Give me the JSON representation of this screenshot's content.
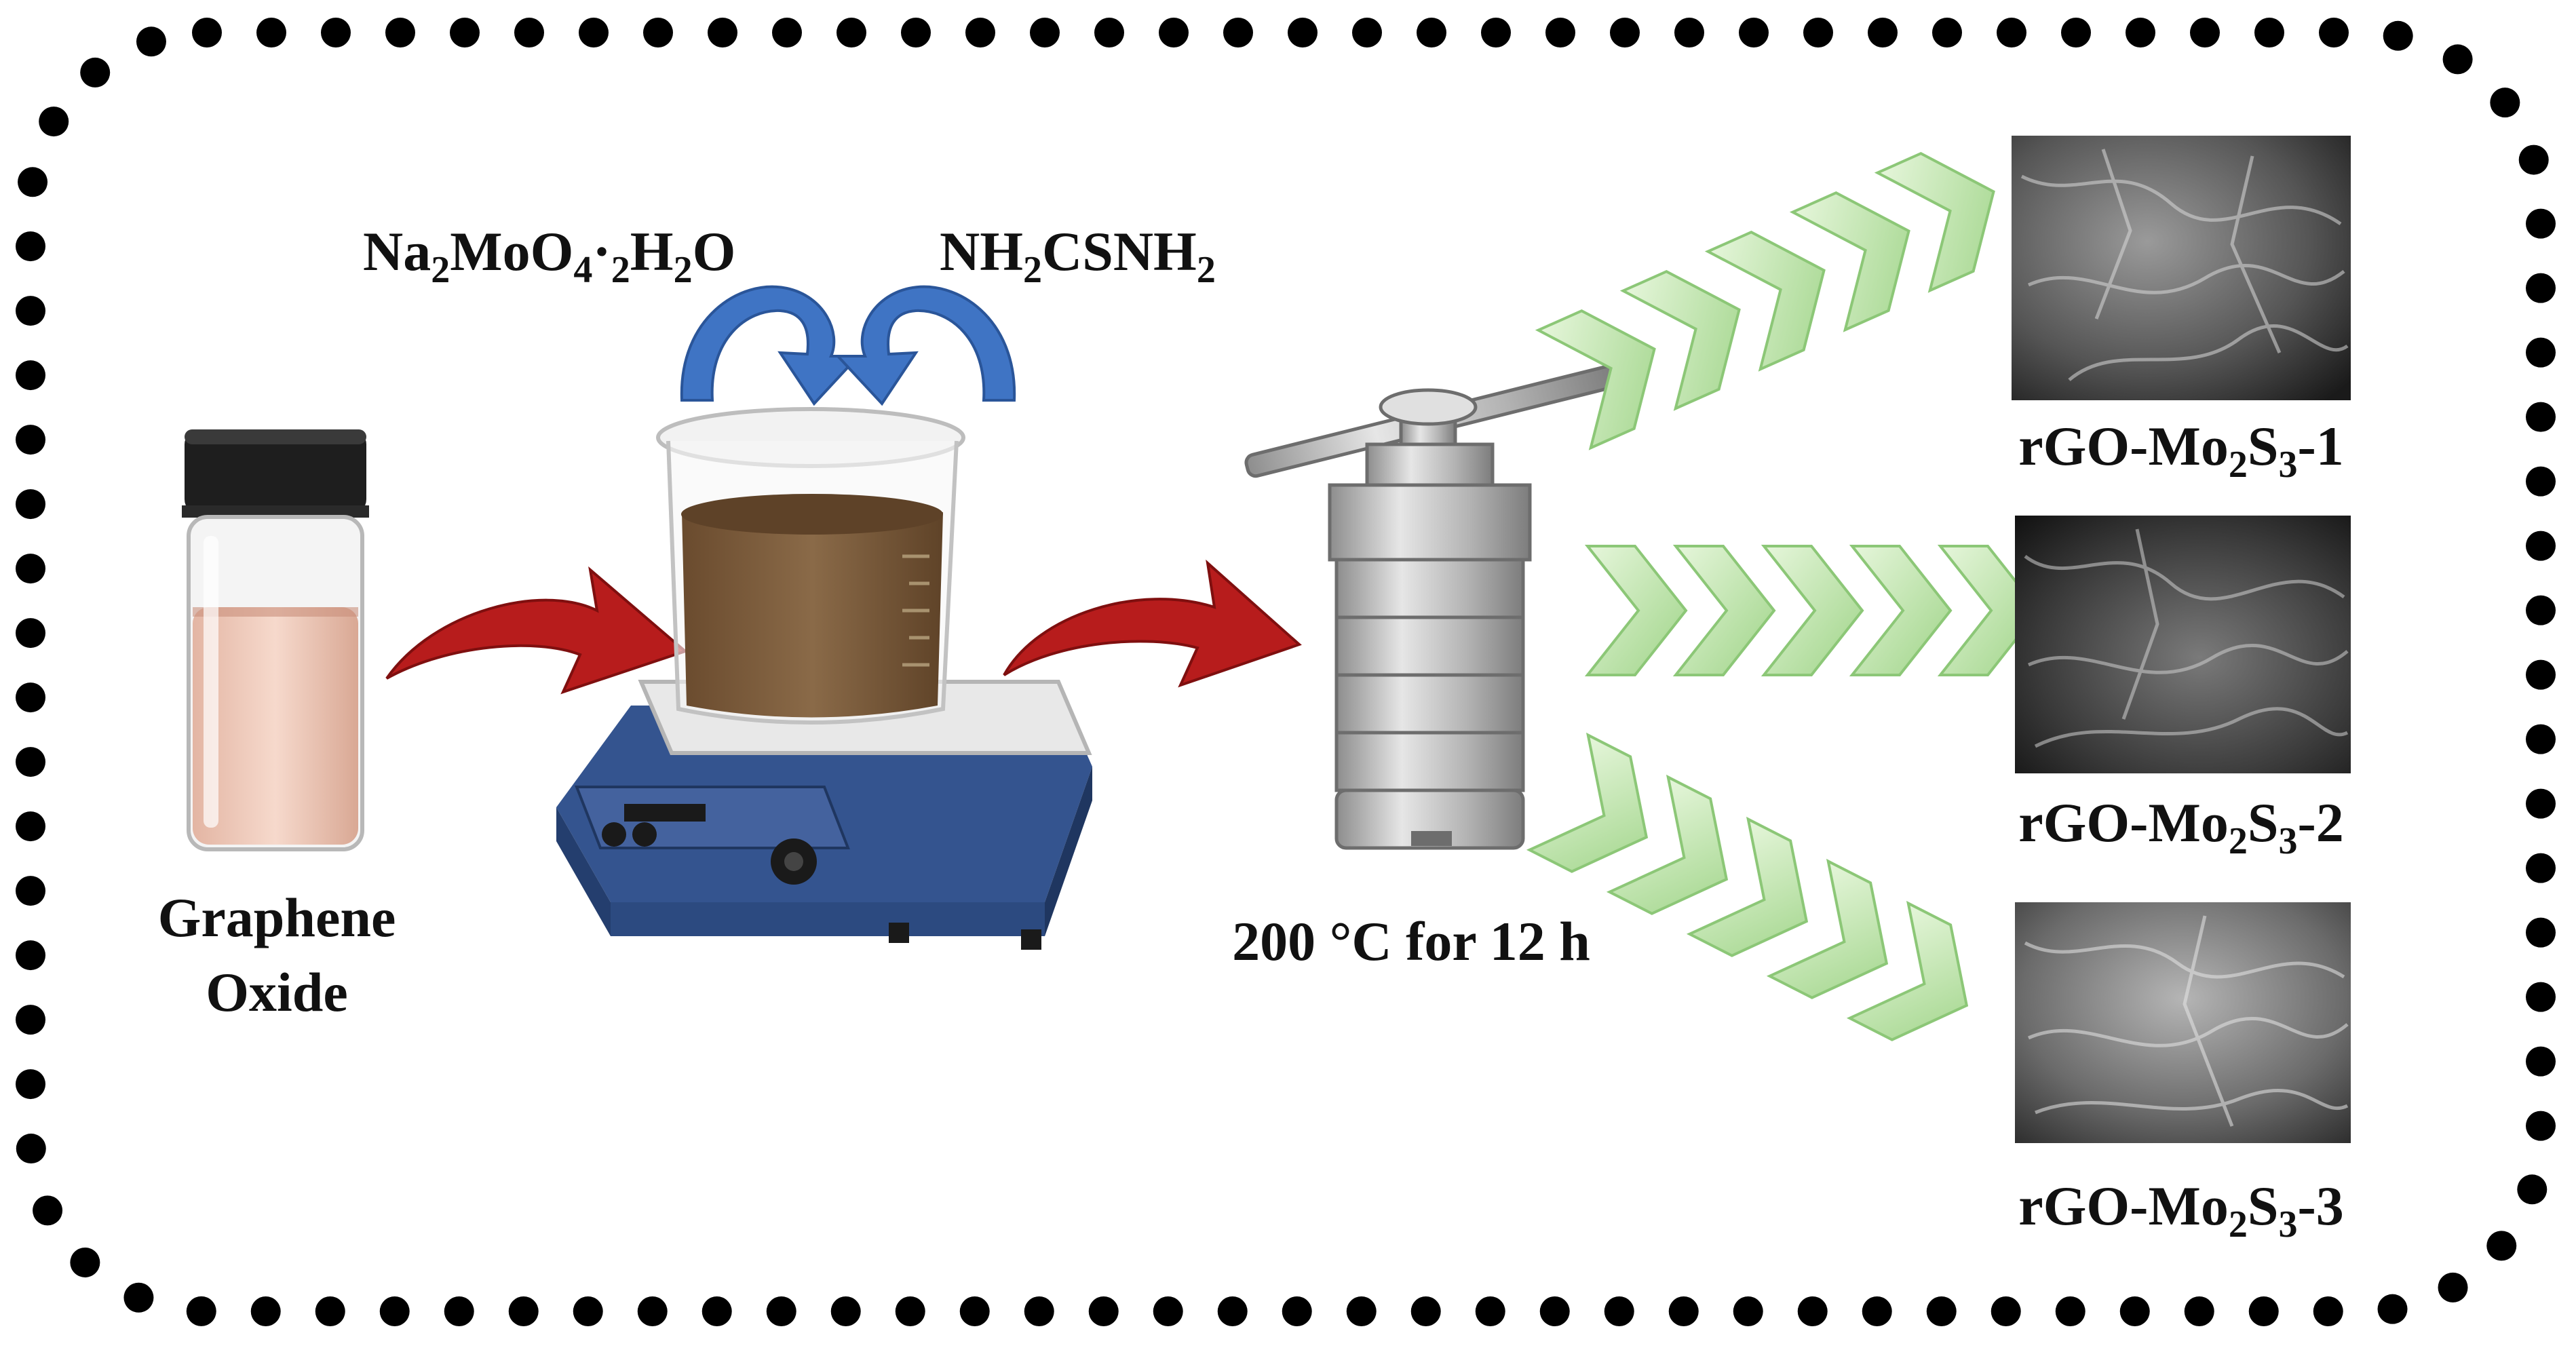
{
  "reagents": {
    "left": {
      "base": [
        "Na",
        "2",
        "MoO",
        "4",
        "·",
        "2",
        "H",
        "2",
        "O"
      ]
    },
    "right": {
      "base": [
        "NH",
        "2",
        "CSNH",
        "2"
      ]
    }
  },
  "start_material": {
    "line1": "Graphene",
    "line2": "Oxide"
  },
  "condition": "200 °C for 12 h",
  "products": [
    {
      "pre": "rGO-Mo",
      "s1": "2",
      "mid": "S",
      "s2": "3",
      "post": "-1"
    },
    {
      "pre": "rGO-Mo",
      "s1": "2",
      "mid": "S",
      "s2": "3",
      "post": "-2"
    },
    {
      "pre": "rGO-Mo",
      "s1": "2",
      "mid": "S",
      "s2": "3",
      "post": "-3"
    }
  ],
  "colors": {
    "dots": "#000000",
    "flow_arrow": "#b71c1c",
    "reagent_arrow": "#3f74c4",
    "chevron": "#b9e3a6",
    "solution": "#7a5a3a",
    "graphene_oxide": "#f0cfc0",
    "hotplate": "#3f5f9f",
    "autoclave": "#bdbdbd"
  }
}
